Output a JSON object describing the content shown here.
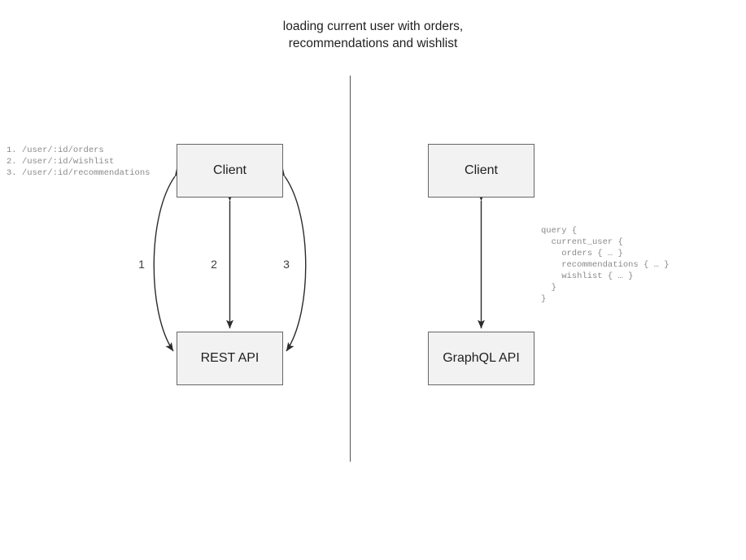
{
  "title": "loading current user with orders,\nrecommendations and wishlist",
  "left_panel": {
    "client_label": "Client",
    "api_label": "REST API",
    "edge_labels": [
      "1",
      "2",
      "3"
    ],
    "endpoints": "1. /user/:id/orders\n2. /user/:id/wishlist\n3. /user/:id/recommendations"
  },
  "right_panel": {
    "client_label": "Client",
    "api_label": "GraphQL API",
    "query": "query {\n  current_user {\n    orders { … }\n    recommendations { … }\n    wishlist { … }\n  }\n}"
  },
  "colors": {
    "node_fill": "#f2f2f2",
    "node_border": "#666666",
    "connector": "#2b2b2b",
    "code_text": "#8a8a8a",
    "title_text": "#1f1f1f",
    "divider": "#555555"
  }
}
